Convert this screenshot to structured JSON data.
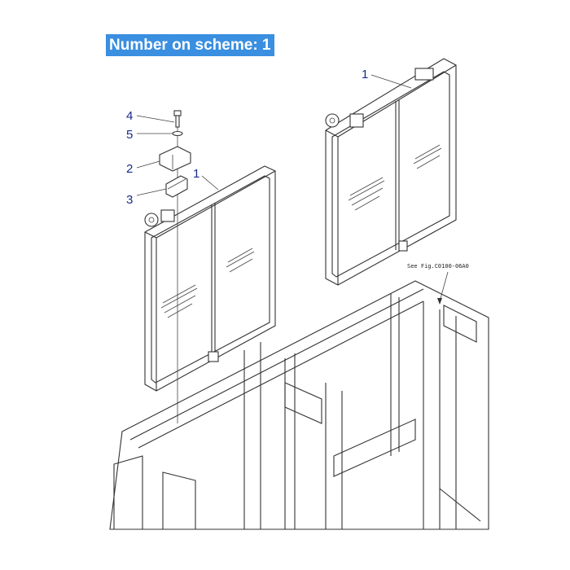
{
  "header": {
    "title": "Number on scheme: 1"
  },
  "callouts": {
    "c1a": "1",
    "c1b": "1",
    "c2": "2",
    "c3": "3",
    "c4": "4",
    "c5": "5"
  },
  "references": {
    "see_fig": "See Fig.C0100-06A0"
  },
  "colors": {
    "badge_bg": "#3a8fe0",
    "callout_text": "#1a2a8a",
    "line": "#333333"
  }
}
